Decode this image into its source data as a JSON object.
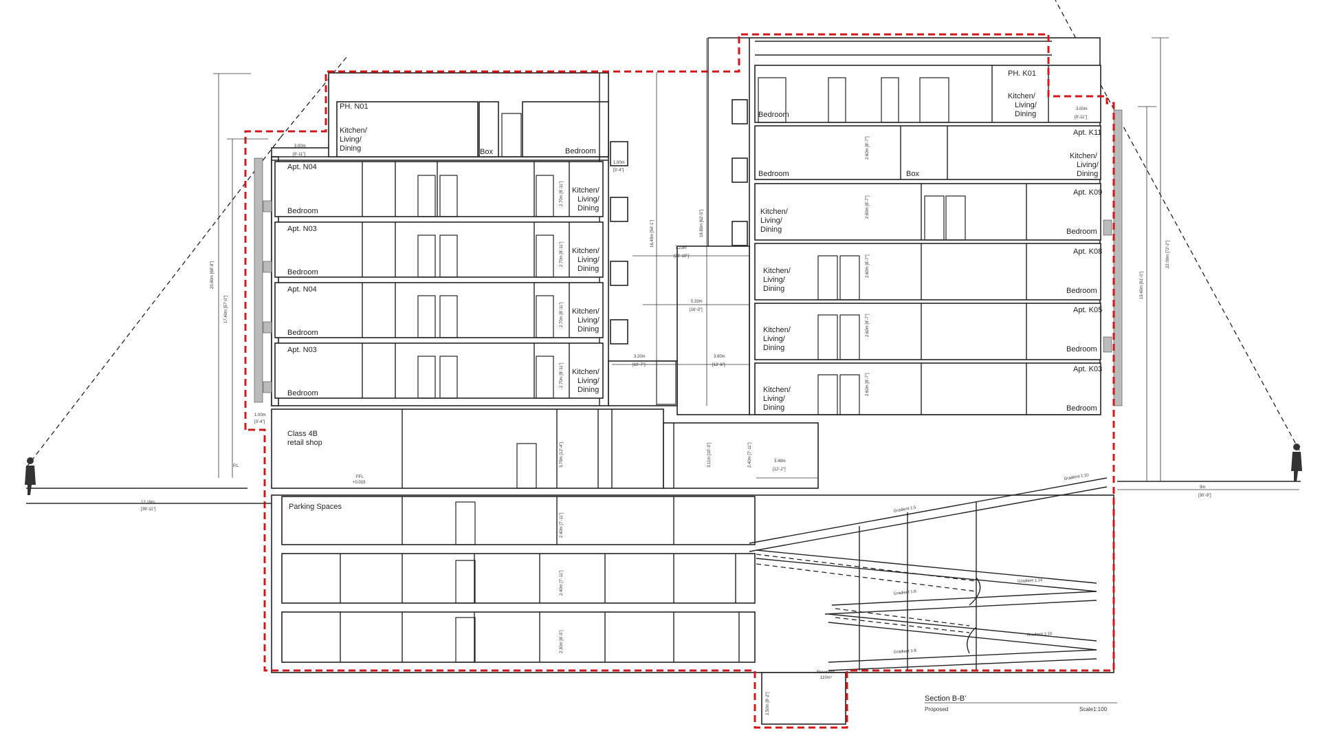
{
  "title_block": {
    "title": "Section B-B'",
    "subtitle": "Proposed",
    "scale": "Scale1:100"
  },
  "labels": {
    "ph_n01": "PH. N01",
    "ph_k01": "PH. K01",
    "apt_n04_a": "Apt. N04",
    "apt_n03_a": "Apt. N03",
    "apt_n04_b": "Apt. N04",
    "apt_n03_b": "Apt. N03",
    "apt_k11": "Apt. K11",
    "apt_k09": "Apt. K09",
    "apt_k08": "Apt. K08",
    "apt_k05": "Apt. K05",
    "apt_k03": "Apt. K03",
    "bedroom": "Bedroom",
    "box": "Box",
    "kitchen_1": "Kitchen/",
    "kitchen_2": "Living/",
    "kitchen_3": "Dining",
    "class_4b_1": "Class 4B",
    "class_4b_2": "retail shop",
    "ffl_1": "FFL",
    "ffl_2": "+0.015",
    "parking": "Parking  Spaces",
    "reservoir_1": "Reservoir",
    "reservoir_2": "110m³",
    "gradient_1_10a": "Gradient 1:10",
    "gradient_1_5": "Gradient 1:5",
    "gradient_1_14": "Gradient 1:14",
    "gradient_1_8a": "Gradient 1:8",
    "gradient_1_10b": "Gradient 1:10",
    "gradient_1_8b": "Gradient 1:8",
    "pl": "P.L"
  },
  "dimensions": {
    "d_12_18": "12.18m",
    "d_12_18_ft": "[39'-11\"]",
    "d_3m": "3.00m",
    "d_3m_ft": "[9'-11\"]",
    "d_3m_r": "3.00m",
    "d_3m_r_ft": "[9'-11\"]",
    "d_7_23": "7.23m",
    "d_7_23_ft": "[23'-10\"]",
    "d_5_33": "5.33m",
    "d_5_33_ft": "[16'-3\"]",
    "d_3_20": "3.20m",
    "d_3_20_ft": "[10'-7\"]",
    "d_3_80": "3.80m",
    "d_3_80_ft": "[12'-6\"]",
    "d_3_48": "3.48m",
    "d_3_48_ft": "[12'-2\"]",
    "d_9m": "9m",
    "d_9m_ft": "[30'-9\"]",
    "d_1_00": "1.00m",
    "d_1_00_ft": "[3'-4\"]",
    "d_1_00_b": "1.00m",
    "d_1_00_b_ft": "[3'-4\"]",
    "v_20_80": "20.80m [68'-8\"]",
    "v_17_40": "17.40m [57'-0\"]",
    "v_16_40": "16.40m [54'-1\"]",
    "v_18_80": "18.80m [62'-5\"]",
    "v_22_00": "22.00m [72'-2\"]",
    "v_19_40": "19.40m [61'-0\"]",
    "v_2_70": "2.70m [8'-11\"]",
    "v_3_79": "3.79m [12'-4\"]",
    "v_2_40": "2.40m [7'-11\"]",
    "v_2_30": "2.30m [8'-3\"]",
    "v_2_60": "2.60m [8'-7\"]",
    "v_3_11": "3.11m [10'-3\"]",
    "v_2_50": "2.50m [8'-2\"]"
  },
  "colors": {
    "boundary": "#d0181a",
    "lines": "#222222"
  },
  "icons": {
    "person_left": "person-silhouette-icon",
    "person_right": "person-silhouette-icon"
  }
}
